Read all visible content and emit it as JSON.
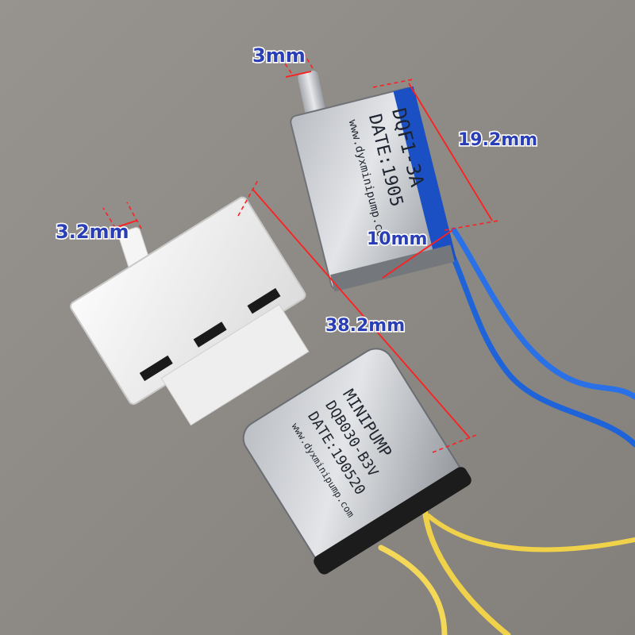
{
  "photo": {
    "background_color": "#8e8a86",
    "dimension_color": "#ff1f1f",
    "label_color": "#2a3fb5",
    "wire_blue": "#1e63d8",
    "wire_yellow": "#f0d24a"
  },
  "dimensions": {
    "valve_pin": "3mm",
    "valve_length": "19.2mm",
    "valve_width": "10mm",
    "pump_nozzle": "3.2mm",
    "pump_length": "38.2mm"
  },
  "valve_print": {
    "model": "DQF1-3A",
    "date": "DATE:1905",
    "website": "www.dyxminipump.com"
  },
  "pump_print": {
    "brand": "MINIPUMP",
    "model": "DQB030-B3V",
    "date": "DATE:190520",
    "website": "www.dyxminipump.com"
  }
}
